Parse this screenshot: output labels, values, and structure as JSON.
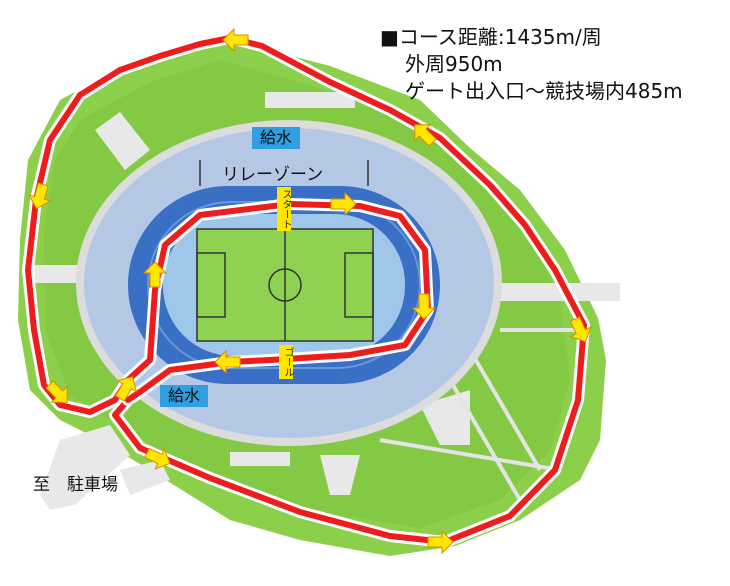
{
  "course_info": {
    "distance_line": "■コース距離:1435m/周",
    "outer_line": "外周950m",
    "gate_line": "ゲート出入口～競技場内485m"
  },
  "labels": {
    "water_top": "給水",
    "water_bottom": "給水",
    "relay_zone": "リレーゾーン",
    "start": "スタート",
    "goal": "ゴール",
    "parking": "至　駐車場"
  },
  "colors": {
    "park_green": "#8ccf4a",
    "inner_green": "#62b23c",
    "stand": "#b4c8e6",
    "track": "#3a6fc6",
    "field": "#8fd151",
    "route": "#ee1c1c",
    "arrow": "#ffe600",
    "water_badge": "#2f9fe0"
  }
}
